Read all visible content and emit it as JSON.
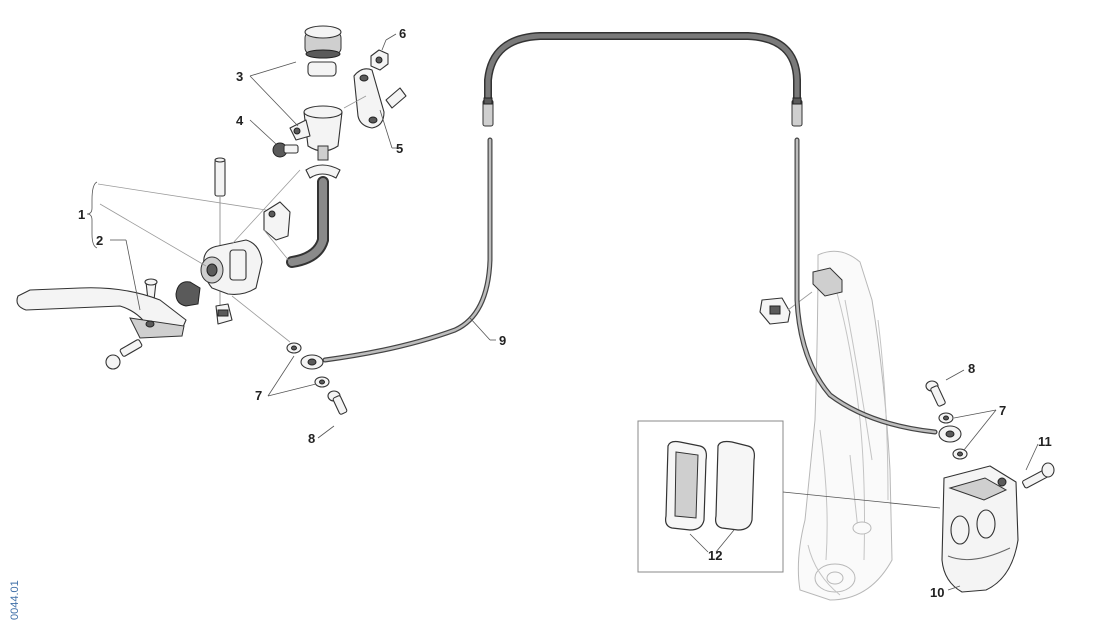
{
  "figure_code": "0044.01",
  "callouts": [
    "1",
    "2",
    "3",
    "4",
    "5",
    "6",
    "7",
    "7",
    "8",
    "8",
    "9",
    "10",
    "11",
    "12"
  ],
  "colors": {
    "ink": "#333333",
    "hose_sleeve": "#7a7a7a",
    "fork_ghost": "#c4c4c4",
    "figure_code": "#3f6fa8"
  }
}
